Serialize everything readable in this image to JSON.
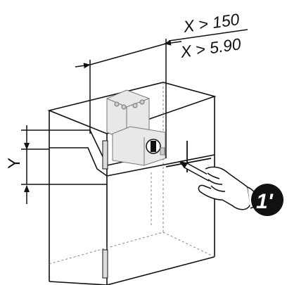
{
  "dimension": {
    "metric_label": "X > 150",
    "imperial_label": "X > 5.90",
    "height_label": "Y"
  },
  "step_badge": {
    "label": "1'"
  },
  "colors": {
    "line": "#111111",
    "hidden_line": "#888888",
    "device_fill": "#e8e8e8",
    "badge_fill": "#111111"
  }
}
